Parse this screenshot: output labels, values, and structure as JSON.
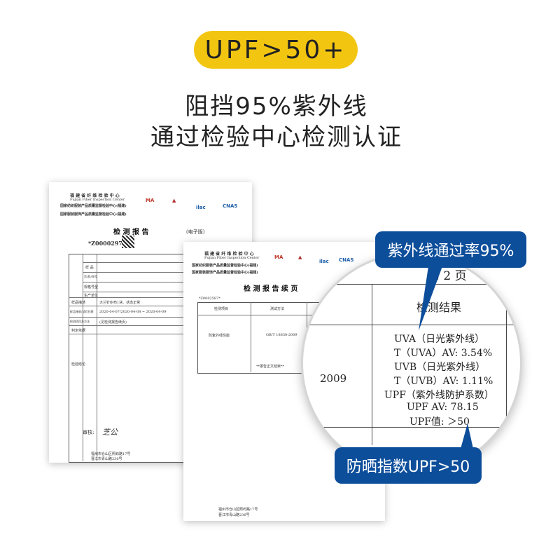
{
  "badge": "UPF>50+",
  "headline": {
    "line1": "阻挡95%紫外线",
    "line2": "通过检验中心检测认证"
  },
  "report1": {
    "org_cn": "福 建 省 纤 维 检 验 中 心",
    "org_en": "Fujian Fiber Inspection Center",
    "center_cn": "国家纺织服装产品质量监督检验中心(福建)",
    "center2_cn": "国家服装服饰产品质量监督检验中心(福建)",
    "title": "检 测 报 告",
    "edition": "(电子版)",
    "barcode": "*Z0000297*",
    "rows": [
      "样 品",
      "货/款/样号",
      "规格号型",
      "生产单位",
      "样品描述",
      "样品接收/试验日期",
      "检测项目及方法",
      "判定依据",
      "检验结论"
    ],
    "desc": "大兰针织布1块、状态正常",
    "dates": "2020-04-07/2020-04-08 ~ 2020-04-09",
    "method": "(见检测报告续页)",
    "reviewer": "审核:",
    "footer1": "福州市仓山区照屿路17号",
    "footer2": "晋江市青山路236号"
  },
  "report2": {
    "title": "检 测 报 告 续 页",
    "barcode": "*Z0002587*",
    "headers": [
      "检测项目",
      "测试方法",
      "检"
    ],
    "item": "防紫外线性能",
    "method": "GB/T 18830-2009",
    "end": "**报告正文结束**"
  },
  "magnifier": {
    "page": "第 2 页",
    "result_header": "检测结果",
    "std_tail": "2009",
    "lines": [
      "UVA（日光紫外线）",
      "T（UVA）AV: 3.54%",
      "UVB（日光紫外线）",
      "T（UVB）AV: 1.11%",
      "UPF（紫外线防护系数）",
      "UPF AV: 78.15",
      "UPF值: ＞50"
    ]
  },
  "callouts": {
    "top": "紫外线通过率95%",
    "bottom": "防晒指数UPF>50"
  },
  "colors": {
    "badge": "#f2c511",
    "callout": "#0d4e9b"
  }
}
